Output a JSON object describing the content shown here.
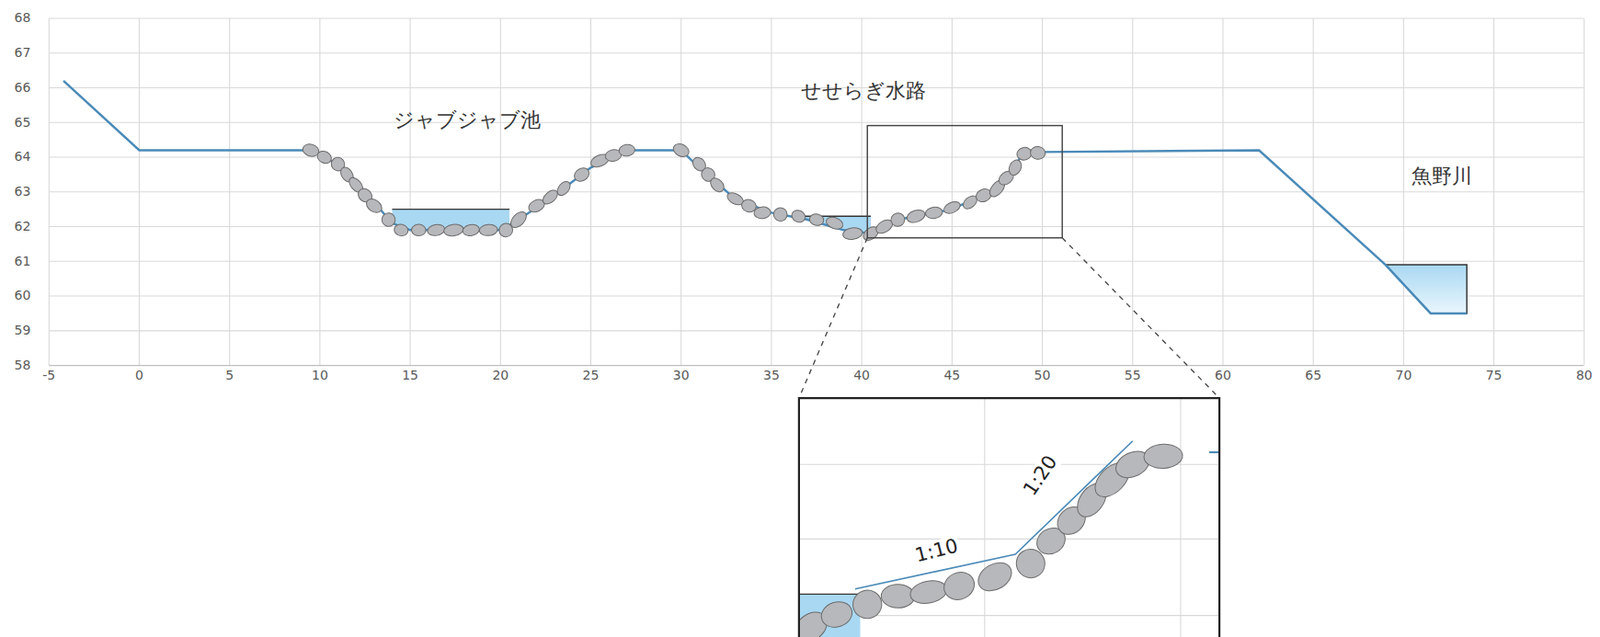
{
  "diagram": {
    "labels": [
      "68",
      "67",
      "66",
      "65",
      "64",
      "63",
      "62",
      "61",
      "60",
      "59",
      "58",
      "-5",
      "0",
      "5",
      "10",
      "15",
      "20",
      "25",
      "30",
      "35",
      "40",
      "45",
      "50",
      "55",
      "60",
      "65",
      "70",
      "75",
      "80",
      "ジャブジャブ池",
      "せせらぎ水路",
      "魚野川",
      "1:10",
      "1:20"
    ]
  }
}
